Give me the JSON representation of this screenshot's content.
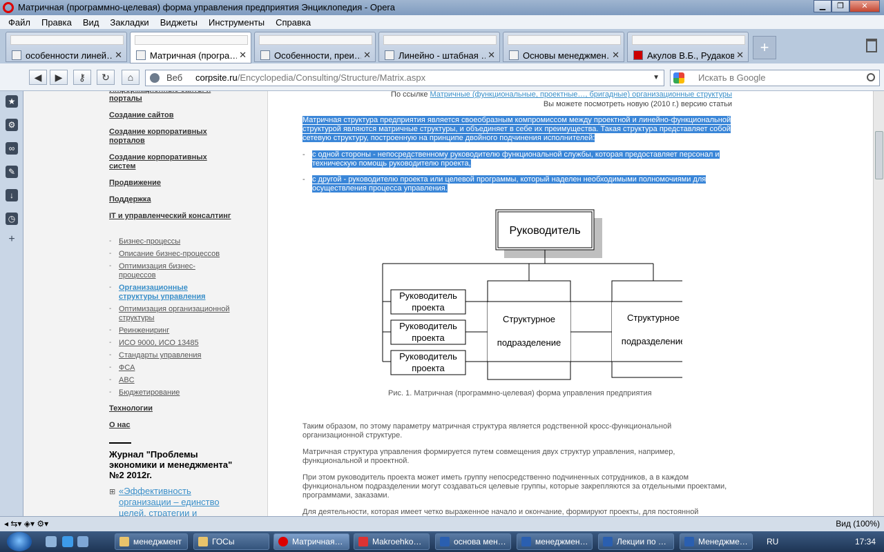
{
  "window": {
    "title": "Матричная (программно-целевая) форма управления предприятия Энциклопедия - Opera",
    "buttons": {
      "minimize": "▁",
      "restore": "❐",
      "close": "✕"
    }
  },
  "menu": [
    "Файл",
    "Правка",
    "Вид",
    "Закладки",
    "Виджеты",
    "Инструменты",
    "Справка"
  ],
  "tabs": [
    {
      "label": "особенности линей…",
      "close": "✕"
    },
    {
      "label": "Матричная (програ…",
      "close": "✕"
    },
    {
      "label": "Особенности, преи…",
      "close": "✕"
    },
    {
      "label": "Линейно - штабная …",
      "close": "✕"
    },
    {
      "label": "Основы менеджмен…",
      "close": "✕"
    },
    {
      "label": "Акулов В.Б., Рудаков…",
      "close": "✕"
    }
  ],
  "address": {
    "veb_label": "Веб",
    "url_domain": "corpsite.ru",
    "url_path": "/Encyclopedia/Consulting/Structure/Matrix.aspx",
    "search_placeholder": "Искать в Google"
  },
  "leftnav": {
    "links": [
      "Информационные сайты и порталы",
      "Создание сайтов",
      "Создание корпоративных порталов",
      "Создание корпоративных систем",
      "Продвижение",
      "Поддержка",
      "IT и управленческий консалтинг"
    ],
    "sublinks": [
      "Бизнес-процессы",
      "Описание бизнес-процессов",
      "Оптимизация бизнес-процессов",
      "Организационные структуры управления",
      "Оптимизация организационной структуры",
      "Реинжениринг",
      "ИСО 9000, ИСО 13485",
      "Стандарты управления",
      "ФСА",
      "ABC",
      "Бюджетирование"
    ],
    "bottom_links": [
      "Технологии",
      "О нас"
    ],
    "journal": "Журнал \"Проблемы экономики и менеджмента\" №2 2012г.",
    "journal_link": "«Эффективность организации – единство целей, стратегии и"
  },
  "main": {
    "ref_prefix": "По ссылке ",
    "ref_link": "Матричные (функциональные, проектные…, бригадные) организационные структуры",
    "ref_suffix": "Вы можете посмотреть новую (2010 г.) версию статьи",
    "intro": "Матричная структура предприятия является своеобразным компромиссом между проектной и линейно-функциональной структурой являются матричные структуры, и объединяет в себе их преимущества. Такая структура представляет собой сетевую структуру, построенную на принципе двойного подчинения исполнителей:",
    "bullet1": "с одной стороны - непосредственному руководителю функциональной службы, которая предоставляет персонал и техническую помощь руководителю проекта,",
    "bullet2": "с другой - руководителю проекта или целевой программы, который наделен необходимыми полномочиями для осуществления процесса управления.",
    "diagram": {
      "head": "Руководитель",
      "pm": [
        "Руководитель проекта",
        "Руководитель проекта",
        "Руководитель проекта"
      ],
      "unit_line1": "Структурное",
      "unit_line2": "подразделение"
    },
    "caption": "Рис. 1. Матричная (программно-целевая) форма управления предприятия",
    "p1": "Таким образом, по этому параметру матричная структура является родственной кросс-функциональной организационной структуре.",
    "p2": "Матричная  структура управления формируется путем совмещения двух структур управления, например, функциональной и проектной.",
    "p3": "При этом руководитель проекта может иметь группу непосредственно подчиненных сотрудников, а в каждом функциональном подразделении могут создаваться целевые группы, которые закрепляются за отдельными проектами, программами, заказами.",
    "p4": "Для деятельности, которая имеет четко выраженное начало и окончание, формируют проекты, для постоянной"
  },
  "status": {
    "zoom": "Вид (100%)"
  },
  "taskbar": {
    "items": [
      "менеджмент",
      "ГОСы",
      "Матричная…",
      "Makroehko…",
      "основа мен…",
      "менеджмен…",
      "Лекции по …",
      "Менеджме…"
    ],
    "lang": "RU",
    "clock": "17:34"
  }
}
